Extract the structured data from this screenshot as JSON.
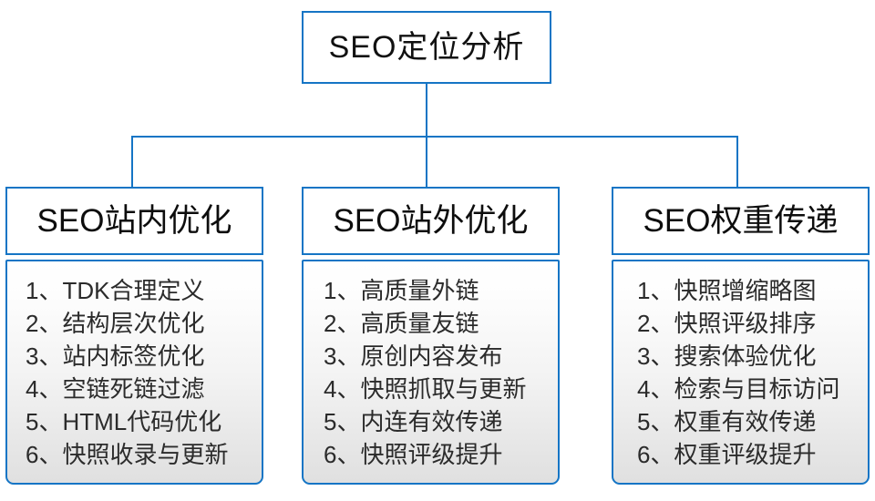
{
  "diagram": {
    "root": {
      "label": "SEO定位分析"
    },
    "connector_color": "#1575c5",
    "border_color": "#1575c5",
    "columns": [
      {
        "header": "SEO站内优化",
        "items": [
          {
            "index": "1、",
            "text": "TDK合理定义"
          },
          {
            "index": "2、",
            "text": "结构层次优化"
          },
          {
            "index": "3、",
            "text": "站内标签优化"
          },
          {
            "index": "4、",
            "text": "空链死链过滤"
          },
          {
            "index": "5、",
            "text": "HTML代码优化"
          },
          {
            "index": "6、",
            "text": "快照收录与更新"
          }
        ]
      },
      {
        "header": "SEO站外优化",
        "items": [
          {
            "index": "1、",
            "text": "高质量外链"
          },
          {
            "index": "2、",
            "text": "高质量友链"
          },
          {
            "index": "3、",
            "text": "原创内容发布"
          },
          {
            "index": "4、",
            "text": "快照抓取与更新"
          },
          {
            "index": "5、",
            "text": "内连有效传递"
          },
          {
            "index": "6、",
            "text": "快照评级提升"
          }
        ]
      },
      {
        "header": "SEO权重传递",
        "items": [
          {
            "index": "1、",
            "text": "快照增缩略图"
          },
          {
            "index": "2、",
            "text": "快照评级排序"
          },
          {
            "index": "3、",
            "text": "搜索体验优化"
          },
          {
            "index": "4、",
            "text": "检索与目标访问"
          },
          {
            "index": "5、",
            "text": "权重有效传递"
          },
          {
            "index": "6、",
            "text": "权重评级提升"
          }
        ]
      }
    ]
  }
}
